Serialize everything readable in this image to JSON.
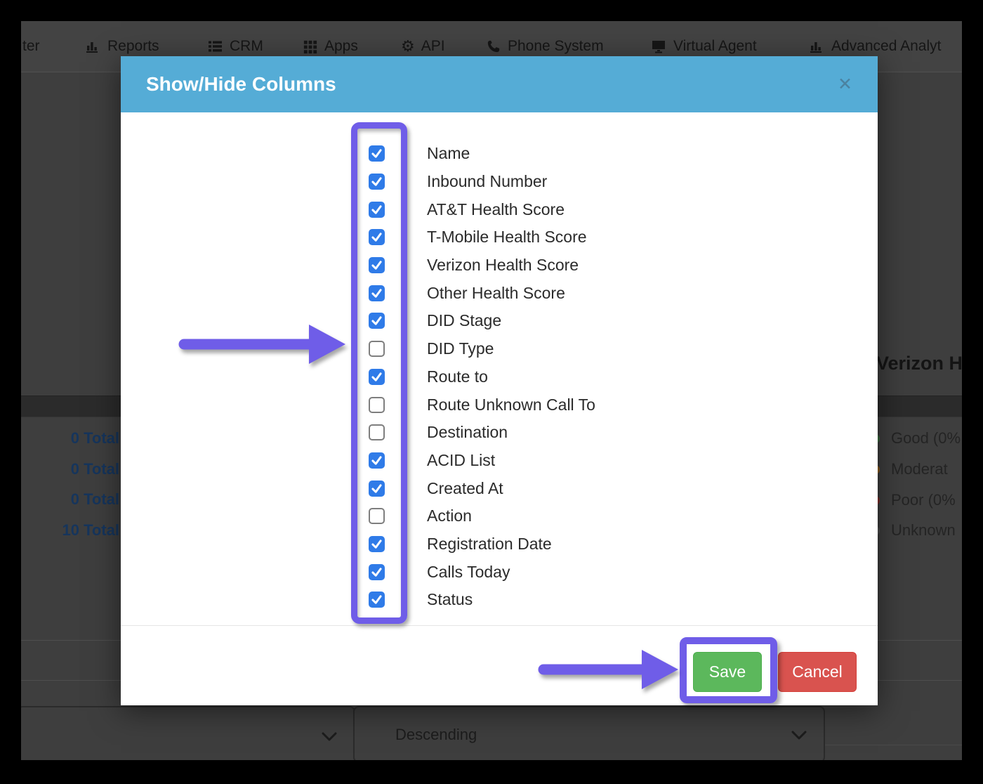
{
  "nav": {
    "items": [
      {
        "label": "ter",
        "icon": null
      },
      {
        "label": "Reports",
        "icon": "bar-chart-icon"
      },
      {
        "label": "CRM",
        "icon": "list-icon"
      },
      {
        "label": "Apps",
        "icon": "grid-icon"
      },
      {
        "label": "API",
        "icon": "gear-icon"
      },
      {
        "label": "Phone System",
        "icon": "phone-icon"
      },
      {
        "label": "Virtual Agent",
        "icon": "monitor-icon"
      },
      {
        "label": "Advanced Analyt",
        "icon": "bar-chart-icon"
      }
    ]
  },
  "modal": {
    "title": "Show/Hide Columns",
    "close_icon": "✕",
    "columns": [
      {
        "label": "Name",
        "checked": true
      },
      {
        "label": "Inbound Number",
        "checked": true
      },
      {
        "label": "AT&T Health Score",
        "checked": true
      },
      {
        "label": "T-Mobile Health Score",
        "checked": true
      },
      {
        "label": "Verizon Health Score",
        "checked": true
      },
      {
        "label": "Other Health Score",
        "checked": true
      },
      {
        "label": "DID Stage",
        "checked": true
      },
      {
        "label": "DID Type",
        "checked": false
      },
      {
        "label": "Route to",
        "checked": true
      },
      {
        "label": "Route Unknown Call To",
        "checked": false
      },
      {
        "label": "Destination",
        "checked": false
      },
      {
        "label": "ACID List",
        "checked": true
      },
      {
        "label": "Created At",
        "checked": true
      },
      {
        "label": "Action",
        "checked": false
      },
      {
        "label": "Registration Date",
        "checked": true
      },
      {
        "label": "Calls Today",
        "checked": true
      },
      {
        "label": "Status",
        "checked": true
      }
    ],
    "footer": {
      "save_label": "Save",
      "cancel_label": "Cancel"
    }
  },
  "background": {
    "totals": [
      "0 Total",
      "0 Total",
      "0 Total",
      "10 Total"
    ],
    "panel_heading": "Verizon H",
    "legend": [
      {
        "label": "Good (0%",
        "color": "#3a6b3e"
      },
      {
        "label": "Moderat",
        "color": "#8a5c20"
      },
      {
        "label": "Poor (0%",
        "color": "#7d2f2b"
      },
      {
        "label": "Unknown",
        "color": "#4f4f4f"
      }
    ],
    "sort_order_value": "Descending"
  },
  "colors": {
    "modal_header_blue": "#55acd6",
    "checkbox_checked_blue": "#2f7be8",
    "annotation_purple": "#6f5de8",
    "save_green": "#5cb85c",
    "cancel_red": "#d9534f"
  }
}
